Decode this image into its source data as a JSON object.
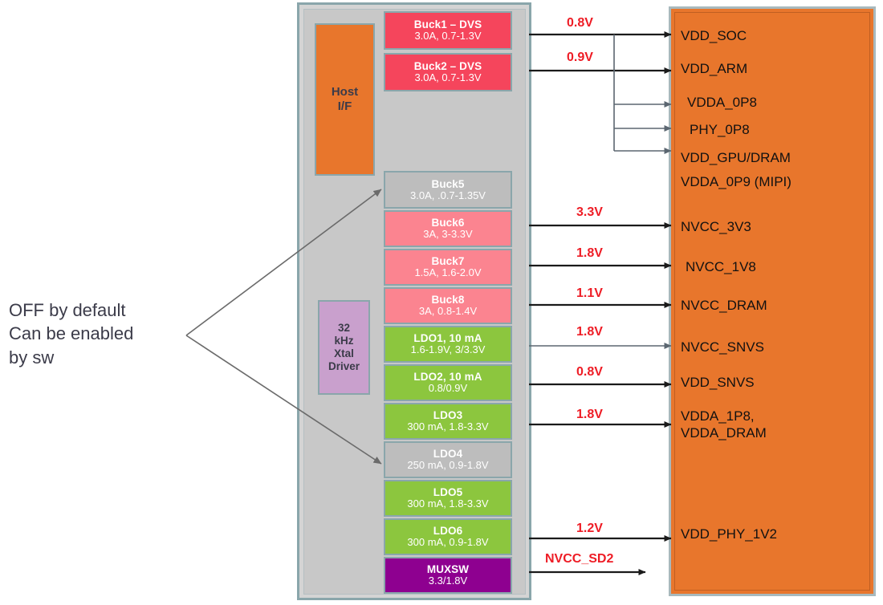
{
  "annotation": {
    "line1": "OFF by default",
    "line2": "Can be enabled",
    "line3": "by sw"
  },
  "pmic": {
    "host_if": {
      "line1": "Host",
      "line2": "I/F"
    },
    "xtal": {
      "line1": "32",
      "line2": "kHz",
      "line3": "Xtal",
      "line4": "Driver"
    },
    "rails": [
      {
        "name": "Buck1 – DVS",
        "spec": "3.0A, 0.7-1.3V",
        "color": "#f5455c",
        "state": "on"
      },
      {
        "name": "Buck2 – DVS",
        "spec": "3.0A, 0.7-1.3V",
        "color": "#f5455c",
        "state": "on"
      },
      {
        "name": "Buck5",
        "spec": "3.0A, .0.7-1.35V",
        "color": "#bdbdbd",
        "state": "off-by-default"
      },
      {
        "name": "Buck6",
        "spec": "3A, 3-3.3V",
        "color": "#fb8490",
        "state": "on"
      },
      {
        "name": "Buck7",
        "spec": "1.5A, 1.6-2.0V",
        "color": "#fb8490",
        "state": "on"
      },
      {
        "name": "Buck8",
        "spec": "3A,  0.8-1.4V",
        "color": "#fb8490",
        "state": "on"
      },
      {
        "name": "LDO1, 10 mA",
        "spec": "1.6-1.9V,  3/3.3V",
        "color": "#8cc63e",
        "state": "on"
      },
      {
        "name": "LDO2, 10 mA",
        "spec": "0.8/0.9V",
        "color": "#8cc63e",
        "state": "on"
      },
      {
        "name": "LDO3",
        "spec": "300 mA, 1.8-3.3V",
        "color": "#8cc63e",
        "state": "on"
      },
      {
        "name": "LDO4",
        "spec": "250 mA, 0.9-1.8V",
        "color": "#bdbdbd",
        "state": "off-by-default"
      },
      {
        "name": "LDO5",
        "spec": "300 mA, 1.8-3.3V",
        "color": "#8cc63e",
        "state": "on"
      },
      {
        "name": "LDO6",
        "spec": "300 mA, 0.9-1.8V",
        "color": "#8cc63e",
        "state": "on"
      },
      {
        "name": "MUXSW",
        "spec": "3.3/1.8V",
        "color": "#8e0090",
        "state": "on"
      }
    ]
  },
  "voltages": [
    {
      "id": "v-08",
      "text": "0.8V"
    },
    {
      "id": "v-09",
      "text": "0.9V"
    },
    {
      "id": "v-33",
      "text": "3.3V"
    },
    {
      "id": "v-18a",
      "text": "1.8V"
    },
    {
      "id": "v-11",
      "text": "1.1V"
    },
    {
      "id": "v-18b",
      "text": "1.8V"
    },
    {
      "id": "v-08b",
      "text": "0.8V"
    },
    {
      "id": "v-18c",
      "text": "1.8V"
    },
    {
      "id": "v-12",
      "text": "1.2V"
    },
    {
      "id": "v-sd2",
      "text": "NVCC_SD2"
    }
  ],
  "soc": {
    "labels": [
      {
        "id": "soc-vdd-soc",
        "text": "VDD_SOC"
      },
      {
        "id": "soc-vdd-arm",
        "text": "VDD_ARM"
      },
      {
        "id": "soc-vdda-0p8",
        "text": "VDDA_0P8"
      },
      {
        "id": "soc-phy-0p8",
        "text": "PHY_0P8"
      },
      {
        "id": "soc-vdd-gpu-dram",
        "text": "VDD_GPU/DRAM"
      },
      {
        "id": "soc-vdda-0p9",
        "text": "VDDA_0P9 (MIPI)"
      },
      {
        "id": "soc-nvcc-3v3",
        "text": "NVCC_3V3"
      },
      {
        "id": "soc-nvcc-1v8",
        "text": "NVCC_1V8"
      },
      {
        "id": "soc-nvcc-dram",
        "text": "NVCC_DRAM"
      },
      {
        "id": "soc-nvcc-snvs",
        "text": "NVCC_SNVS"
      },
      {
        "id": "soc-vdd-snvs",
        "text": "VDD_SNVS"
      },
      {
        "id": "soc-vdda-1p8",
        "text": "VDDA_1P8,"
      },
      {
        "id": "soc-vdda-dram",
        "text": "VDDA_DRAM"
      },
      {
        "id": "soc-vdd-phy-1v2",
        "text": "VDD_PHY_1V2"
      }
    ]
  },
  "colors": {
    "accent_red": "#ee1c25",
    "soc_orange": "#e8762c",
    "pmic_grey": "#c8c8c8",
    "border_teal": "#8aa6ab"
  }
}
